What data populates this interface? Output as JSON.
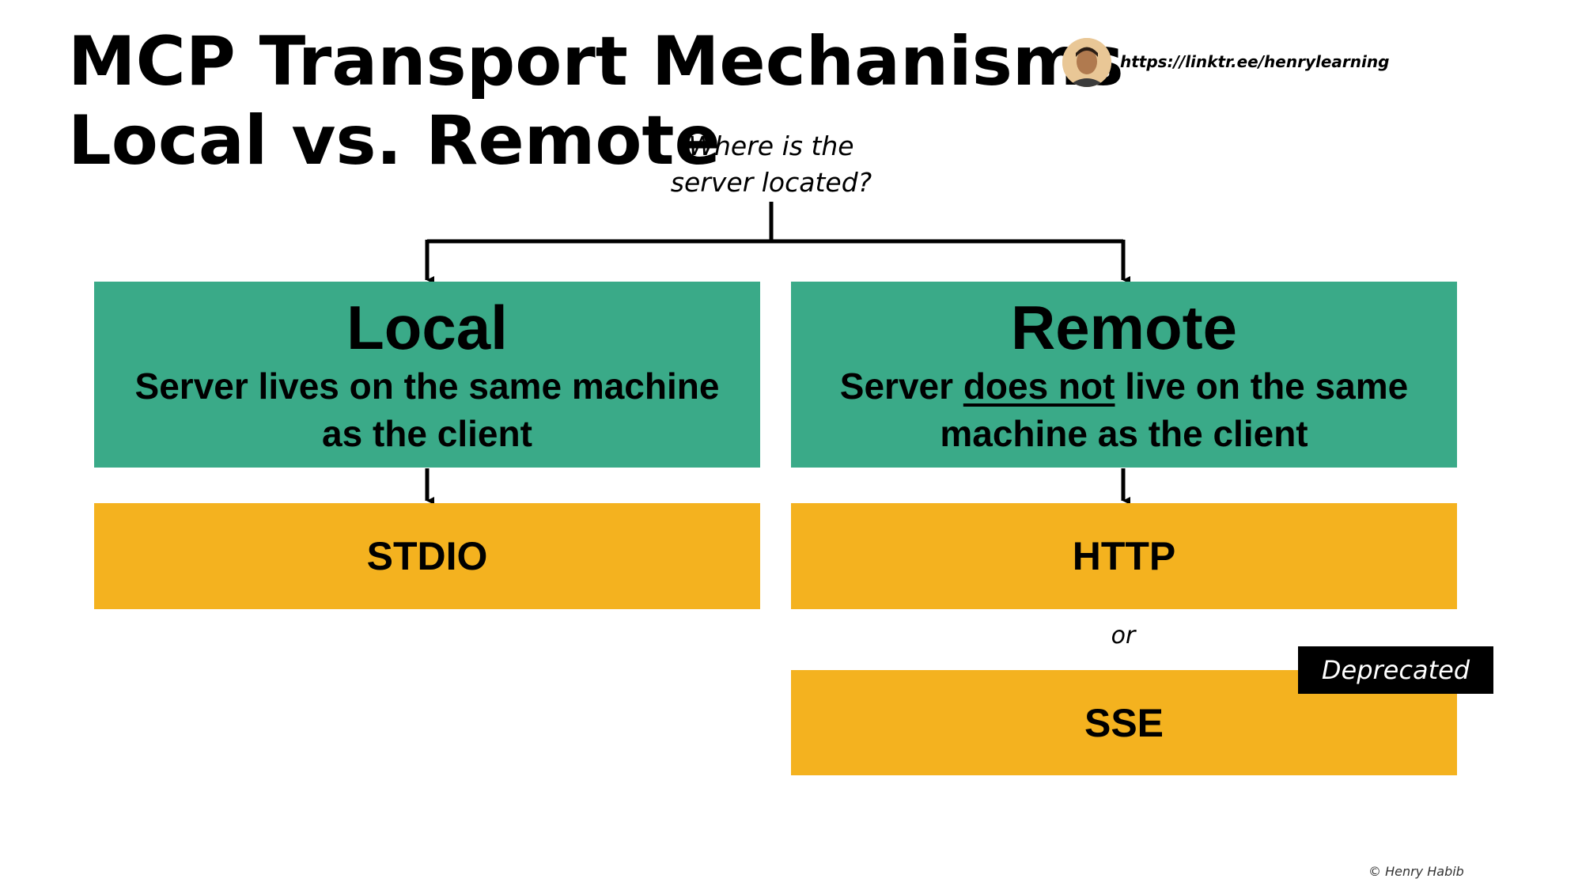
{
  "header": {
    "title_line1": "MCP Transport Mechanisms",
    "title_line2": "Local vs. Remote",
    "link": "https://linktr.ee/henrylearning"
  },
  "question": {
    "line1": "Where is the",
    "line2": "server located?"
  },
  "local": {
    "title": "Local",
    "desc_line1": "Server lives on the same machine",
    "desc_line2": "as the client",
    "transport": "STDIO"
  },
  "remote": {
    "title": "Remote",
    "desc_pre": "Server ",
    "desc_emphasis": "does not",
    "desc_post": " live on the same",
    "desc_line2": "machine as the client",
    "transport_1": "HTTP",
    "separator": "or",
    "transport_2": "SSE",
    "badge": "Deprecated"
  },
  "footer": {
    "copyright": "© Henry Habib"
  },
  "colors": {
    "green": "#3aaa88",
    "yellow": "#f4b21f",
    "badge": "#000000"
  }
}
